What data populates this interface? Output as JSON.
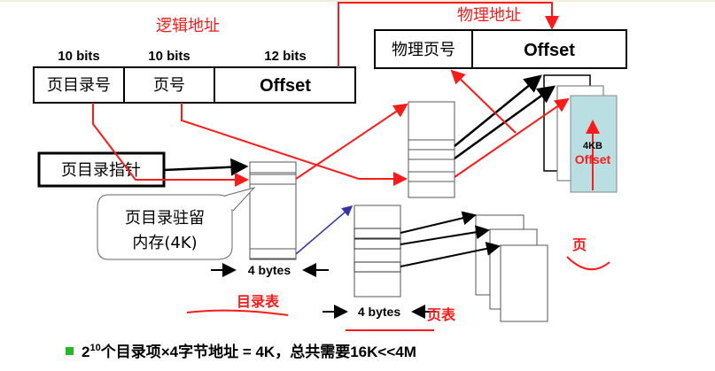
{
  "logical_address": {
    "title": "逻辑地址",
    "fields": [
      {
        "bits": "10 bits",
        "label": "页目录号"
      },
      {
        "bits": "10 bits",
        "label": "页号"
      },
      {
        "bits": "12 bits",
        "label": "Offset"
      }
    ]
  },
  "physical_address": {
    "title": "物理地址",
    "fields": [
      {
        "label": "物理页号"
      },
      {
        "label": "Offset"
      }
    ]
  },
  "page_dir_pointer": "页目录指针",
  "callout": {
    "line1": "页目录驻留",
    "line2": "内存(4K)"
  },
  "entry_size_dir": "4 bytes",
  "entry_size_table": "4 bytes",
  "page": {
    "size": "4KB",
    "offset": "Offset"
  },
  "annotations": {
    "dir_table": "目录表",
    "page_table": "页表",
    "page": "页"
  },
  "bullet": {
    "base": "2",
    "exp": "10",
    "text": "个目录项×4字节地址 = 4K，总共需要16K<<4M"
  },
  "colors": {
    "red": "#ff1a1a",
    "blue": "#3333aa",
    "page_fill": "#b9dfe3",
    "bullet": "#22bb22"
  }
}
